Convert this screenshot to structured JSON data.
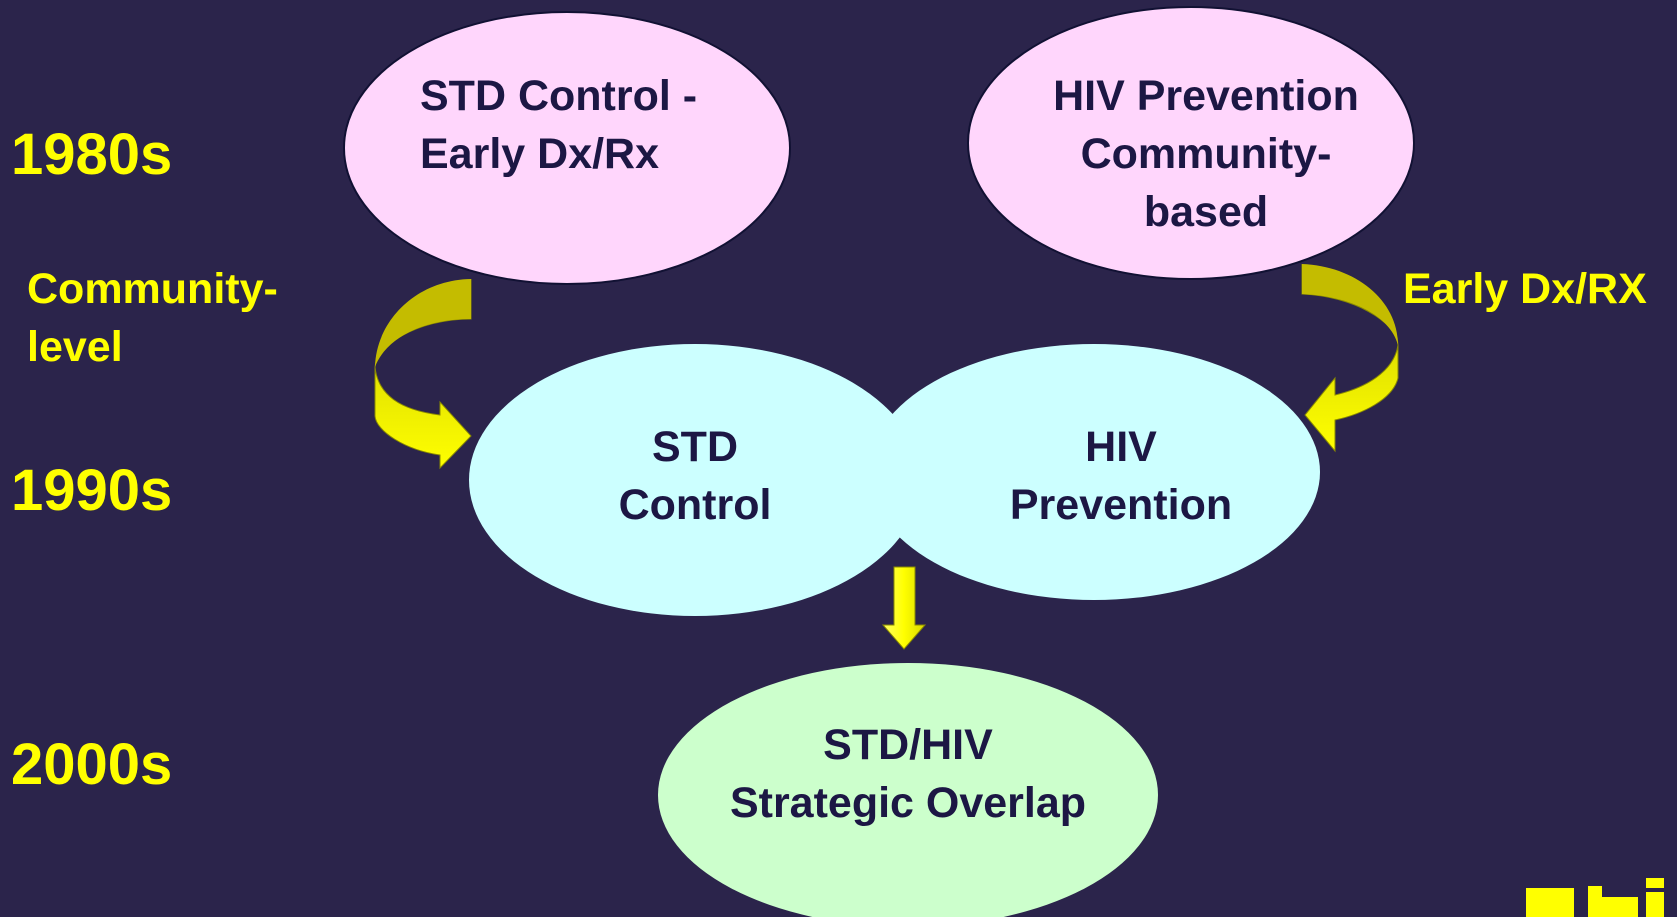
{
  "decades": [
    "1980s",
    "1990s",
    "2000s"
  ],
  "labels": {
    "community_level": [
      "Community-",
      "level"
    ],
    "early_dx_rx": "Early Dx/RX"
  },
  "ovals": {
    "std_1980s": [
      "STD Control -",
      "Early Dx/Rx"
    ],
    "hiv_1980s": [
      "HIV Prevention",
      "Community-",
      "based"
    ],
    "std_1990s": [
      "STD",
      "Control"
    ],
    "hiv_1990s": [
      "HIV",
      "Prevention"
    ],
    "overlap_2000s": [
      "STD/HIV",
      "Strategic Overlap"
    ]
  },
  "colors": {
    "background": "#2b244b",
    "accent_text": "#ffff00",
    "oval_1980s": "#ffd6fc",
    "oval_1990s": "#ccffff",
    "oval_2000s": "#ccffcc",
    "arrow": "#ffff00",
    "oval_text": "#1c1744"
  }
}
